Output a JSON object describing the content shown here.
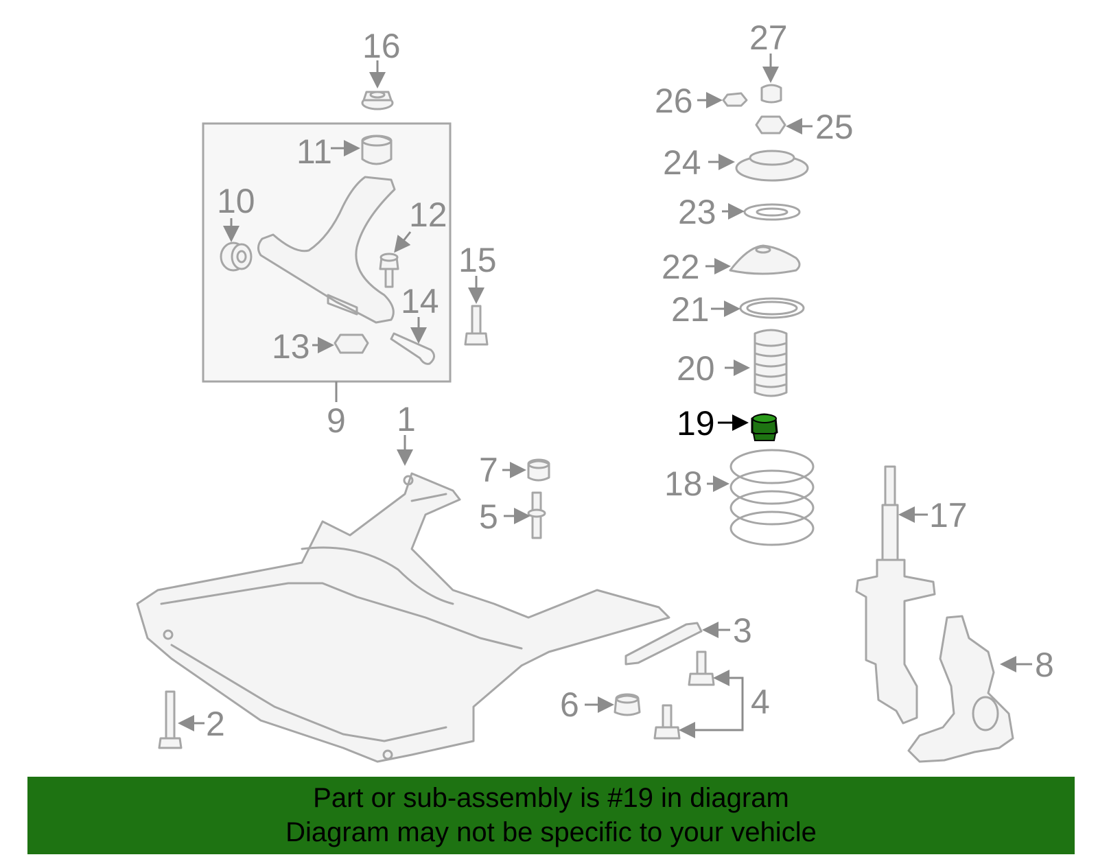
{
  "highlight": {
    "part": "19",
    "color": "#1e7312"
  },
  "callouts": [
    "1",
    "2",
    "3",
    "4",
    "5",
    "6",
    "7",
    "8",
    "9",
    "10",
    "11",
    "12",
    "13",
    "14",
    "15",
    "16",
    "17",
    "18",
    "19",
    "20",
    "21",
    "22",
    "23",
    "24",
    "25",
    "26",
    "27"
  ],
  "banner": {
    "line1": "Part or sub-assembly is #19 in diagram",
    "line2": "Diagram may not be specific to your vehicle",
    "color": "#1e7312"
  }
}
